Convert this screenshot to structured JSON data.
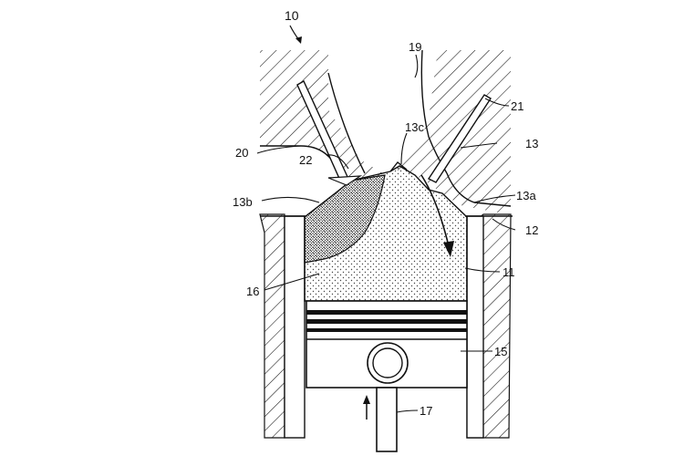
{
  "figure": {
    "number": "10",
    "labels": {
      "l10": "10",
      "l19": "19",
      "l21": "21",
      "l13c": "13c",
      "l13": "13",
      "l20": "20",
      "l22": "22",
      "l13b": "13b",
      "l13a": "13a",
      "l12": "12",
      "l11": "11",
      "l16": "16",
      "l15": "15",
      "l17": "17"
    }
  },
  "colors": {
    "line": "#111111",
    "fill": "#ffffff",
    "stipple": "#444444",
    "dense": "#222222"
  }
}
